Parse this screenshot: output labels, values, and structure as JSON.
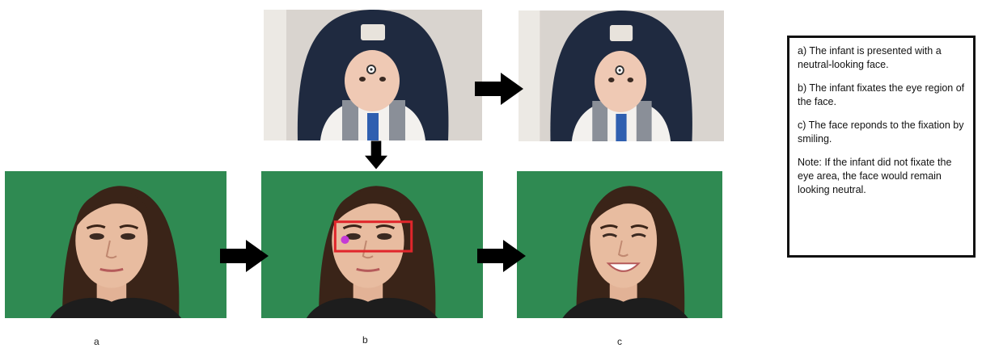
{
  "panel_labels": [
    "a",
    "b",
    "c"
  ],
  "legend": [
    "a) The infant is presented with a neutral-looking face.",
    "b) The infant fixates the eye region of the face.",
    "c) The face reponds to the fixation by smiling.",
    "Note: If the infant did not fixate the eye area, the face would remain looking neutral."
  ],
  "colors": {
    "background_green": "#2f8a52",
    "fixation_box": "#e0262b",
    "gaze_dot": "#c53bd6",
    "arrow": "#000000",
    "car_seat": "#1f2a40"
  }
}
